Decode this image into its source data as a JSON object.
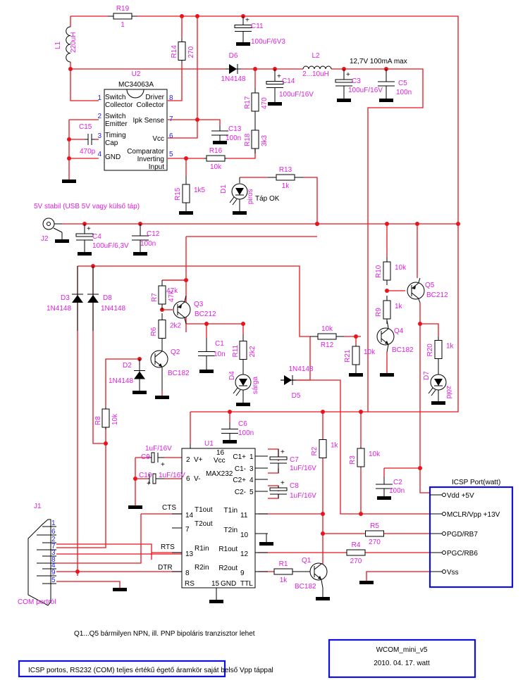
{
  "title": "WCOM_mini_v5",
  "date_author": "2010. 04. 17. watt",
  "description": "ICSP portos, RS232 (COM) teljes értékű égető áramkör saját belső Vpp táppal",
  "note": "Q1...Q5 bármilyen NPN, ill. PNP bipoláris tranzisztor lehet",
  "supply_label": "5V stabil (USB 5V vagy külső táp)",
  "output_label": "12,7V 100mA max",
  "tap_ok": "Táp OK",
  "colors": {
    "wire": "#e8141c",
    "label": "#e020e0",
    "pin": "#2020ff",
    "frame": "#1010e0"
  },
  "components": {
    "R19": {
      "ref": "R19",
      "value": "1"
    },
    "R14": {
      "ref": "R14",
      "value": "270"
    },
    "R17": {
      "ref": "R17",
      "value": "470"
    },
    "R18": {
      "ref": "R18",
      "value": "3k3"
    },
    "R16": {
      "ref": "R16",
      "value": "10k"
    },
    "R15": {
      "ref": "R15",
      "value": "1k5"
    },
    "R13": {
      "ref": "R13",
      "value": "1k"
    },
    "R7": {
      "ref": "R7",
      "value": "47k"
    },
    "R6": {
      "ref": "R6",
      "value": "2k2"
    },
    "R8": {
      "ref": "R8",
      "value": "10k"
    },
    "R11": {
      "ref": "R11",
      "value": "2k2"
    },
    "R10": {
      "ref": "R10",
      "value": "10k"
    },
    "R9": {
      "ref": "R9",
      "value": "1k"
    },
    "R12": {
      "ref": "R12",
      "value": "10k"
    },
    "R21": {
      "ref": "R21",
      "value": "10k"
    },
    "R20": {
      "ref": "R20",
      "value": "1k"
    },
    "R2": {
      "ref": "R2",
      "value": "1k"
    },
    "R3": {
      "ref": "R3",
      "value": "10k"
    },
    "R5": {
      "ref": "R5",
      "value": "270"
    },
    "R4": {
      "ref": "R4",
      "value": "270"
    },
    "R1": {
      "ref": "R1",
      "value": "1k"
    },
    "L1": {
      "ref": "L1",
      "value": "220uH"
    },
    "L2": {
      "ref": "L2",
      "value": "2...10uH"
    },
    "C11": {
      "ref": "C11",
      "value": "100uF/6V3"
    },
    "C14": {
      "ref": "C14",
      "value": "100uF/16V"
    },
    "C3": {
      "ref": "C3",
      "value": "100uF/16V"
    },
    "C5": {
      "ref": "C5",
      "value": "100n"
    },
    "C13": {
      "ref": "C13",
      "value": "100n"
    },
    "C15": {
      "ref": "C15",
      "value": "470p"
    },
    "C4": {
      "ref": "C4",
      "value": "100uF/6,3V"
    },
    "C12": {
      "ref": "C12",
      "value": "100n"
    },
    "C1": {
      "ref": "C1",
      "value": "10n"
    },
    "C6": {
      "ref": "C6",
      "value": "100n"
    },
    "C9": {
      "ref": "C9",
      "value": "1uF/16V"
    },
    "C10": {
      "ref": "C10",
      "value": "1uF/16V"
    },
    "C7": {
      "ref": "C7",
      "value": "1uF/16V"
    },
    "C8": {
      "ref": "C8",
      "value": "1uF/16V"
    },
    "C2": {
      "ref": "C2",
      "value": "100n"
    },
    "D6": {
      "ref": "D6",
      "value": "1N4148"
    },
    "D3": {
      "ref": "D3",
      "value": "1N4148"
    },
    "D8": {
      "ref": "D8",
      "value": "1N4148"
    },
    "D2": {
      "ref": "D2",
      "value": "1N4148"
    },
    "D5": {
      "ref": "D5",
      "value": "1N4148"
    },
    "D1": {
      "ref": "D1",
      "value": "piros"
    },
    "D4": {
      "ref": "D4",
      "value": "sárga"
    },
    "D7": {
      "ref": "D7",
      "value": "zöld"
    },
    "Q1": {
      "ref": "Q1",
      "value": "BC182"
    },
    "Q2": {
      "ref": "Q2",
      "value": "BC182"
    },
    "Q3": {
      "ref": "Q3",
      "value": "BC212"
    },
    "Q4": {
      "ref": "Q4",
      "value": "BC182"
    },
    "Q5": {
      "ref": "Q5",
      "value": "BC212"
    },
    "J1": {
      "ref": "J1",
      "value": "COM portról"
    },
    "J2": {
      "ref": "J2",
      "value": ""
    }
  },
  "U2": {
    "ref": "U2",
    "part": "MC34063A",
    "pins": [
      {
        "num": "1",
        "name": "Switch Collector"
      },
      {
        "num": "2",
        "name": "Switch Emitter"
      },
      {
        "num": "3",
        "name": "Timing Cap"
      },
      {
        "num": "4",
        "name": "GND"
      },
      {
        "num": "5",
        "name": "Comparator Inverting Input"
      },
      {
        "num": "6",
        "name": "Vcc"
      },
      {
        "num": "7",
        "name": "Ipk Sense"
      },
      {
        "num": "8",
        "name": "Driver Collector"
      }
    ]
  },
  "U1": {
    "ref": "U1",
    "part": "MAX232",
    "pins": [
      {
        "num": "16",
        "name": "Vcc"
      },
      {
        "num": "1",
        "name": "C1+"
      },
      {
        "num": "3",
        "name": "C1-"
      },
      {
        "num": "4",
        "name": "C2+"
      },
      {
        "num": "5",
        "name": "C2-"
      },
      {
        "num": "2",
        "name": "V+"
      },
      {
        "num": "6",
        "name": "V-"
      },
      {
        "num": "14",
        "name": "T1out"
      },
      {
        "num": "7",
        "name": "T2out"
      },
      {
        "num": "13",
        "name": "R1in"
      },
      {
        "num": "8",
        "name": "R2in"
      },
      {
        "num": "11",
        "name": "T1in"
      },
      {
        "num": "10",
        "name": "T2in"
      },
      {
        "num": "12",
        "name": "R1out"
      },
      {
        "num": "9",
        "name": "R2out"
      },
      {
        "num": "15",
        "name": "GND"
      }
    ],
    "side_labels": [
      "RS",
      "TTL"
    ]
  },
  "com_signals": [
    "CTS",
    "RTS",
    "DTR"
  ],
  "db9_pins": [
    "1",
    "6",
    "2",
    "7",
    "3",
    "8",
    "4",
    "9",
    "5"
  ],
  "icsp": {
    "title": "ICSP Port(watt)",
    "pins": [
      "Vdd +5V",
      "MCLR/Vpp +13V",
      "PGD/RB7",
      "PGC/RB6",
      "Vss"
    ]
  }
}
